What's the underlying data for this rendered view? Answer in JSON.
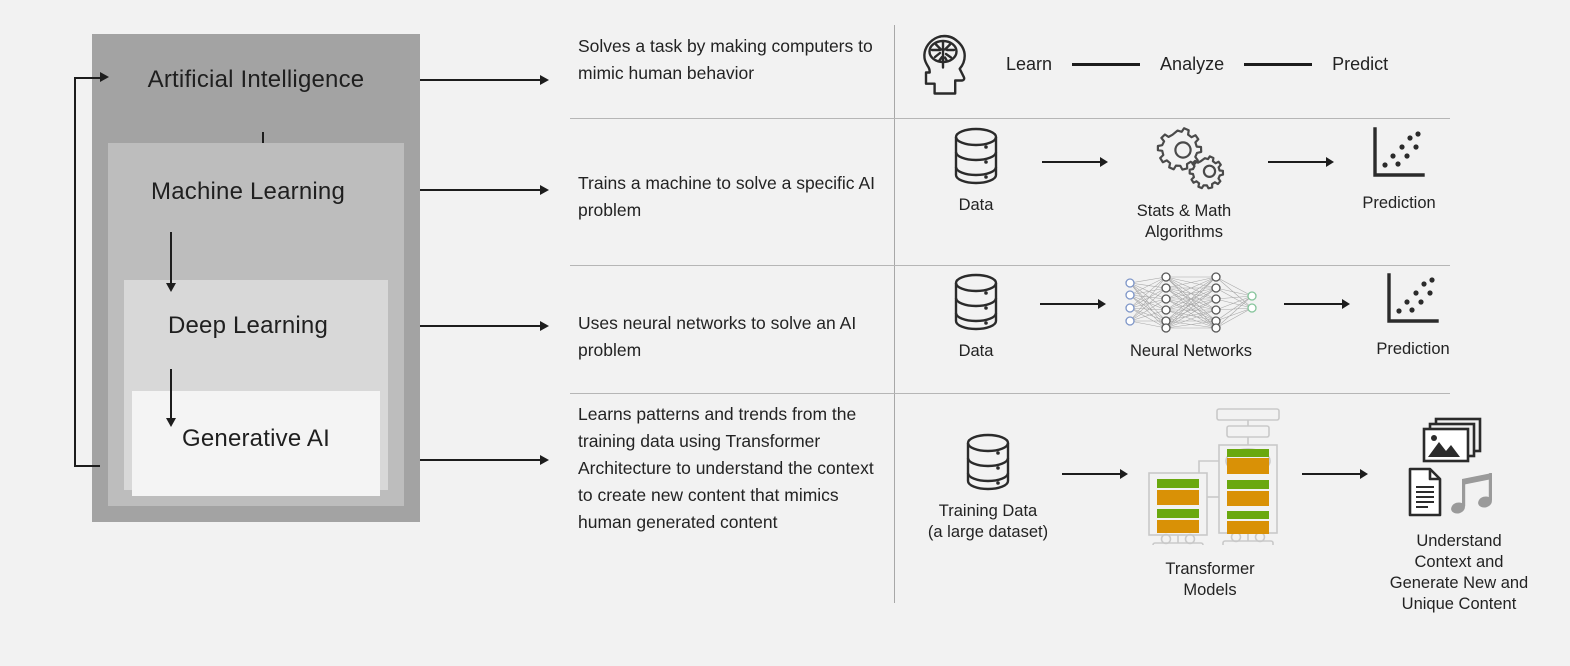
{
  "diagram": {
    "title": "Artificial Intelligence hierarchy: AI, Machine Learning, Deep Learning, Generative AI",
    "colors": {
      "background": "#f2f2f2",
      "ai_box": "#a3a3a3",
      "ml_box": "#bdbdbd",
      "dl_box": "#d8d8d8",
      "genai_box": "#f4f4f4",
      "line": "#1d1d1d",
      "separator": "#b6b6b6",
      "accent_green": "#6aa80f",
      "accent_orange": "#d99106"
    }
  },
  "hierarchy": {
    "levels": [
      {
        "id": "ai",
        "label": "Artificial Intelligence"
      },
      {
        "id": "ml",
        "label": "Machine Learning"
      },
      {
        "id": "dl",
        "label": "Deep Learning"
      },
      {
        "id": "genai",
        "label": "Generative AI"
      }
    ]
  },
  "rows": [
    {
      "id": "row-ai",
      "description": "Solves a task by making computers to mimic human behavior",
      "flow": {
        "type": "word-chain",
        "lead_icon": "brain-head-icon",
        "steps": [
          "Learn",
          "Analyze",
          "Predict"
        ]
      }
    },
    {
      "id": "row-ml",
      "description": "Trains a machine to solve a specific AI problem",
      "flow": {
        "type": "icon-chain",
        "nodes": [
          {
            "icon": "database-icon",
            "caption": "Data"
          },
          {
            "icon": "gears-icon",
            "caption": "Stats & Math\nAlgorithms"
          },
          {
            "icon": "scatter-plot-icon",
            "caption": "Prediction"
          }
        ]
      }
    },
    {
      "id": "row-dl",
      "description": "Uses neural networks to solve an AI problem",
      "flow": {
        "type": "icon-chain",
        "nodes": [
          {
            "icon": "database-icon",
            "caption": "Data"
          },
          {
            "icon": "neural-network-icon",
            "caption": "Neural Networks"
          },
          {
            "icon": "scatter-plot-icon",
            "caption": "Prediction"
          }
        ]
      }
    },
    {
      "id": "row-genai",
      "description": "Learns patterns and trends from the training data using Transformer Architecture to understand the context to create new content that mimics human generated content",
      "flow": {
        "type": "icon-chain",
        "nodes": [
          {
            "icon": "database-icon",
            "caption": "Training Data\n(a large dataset)"
          },
          {
            "icon": "transformer-icon",
            "caption": "Transformer\nModels"
          },
          {
            "icon": "media-content-icon",
            "caption": "Understand\nContext and\nGenerate New and\nUnique Content"
          }
        ]
      }
    }
  ]
}
